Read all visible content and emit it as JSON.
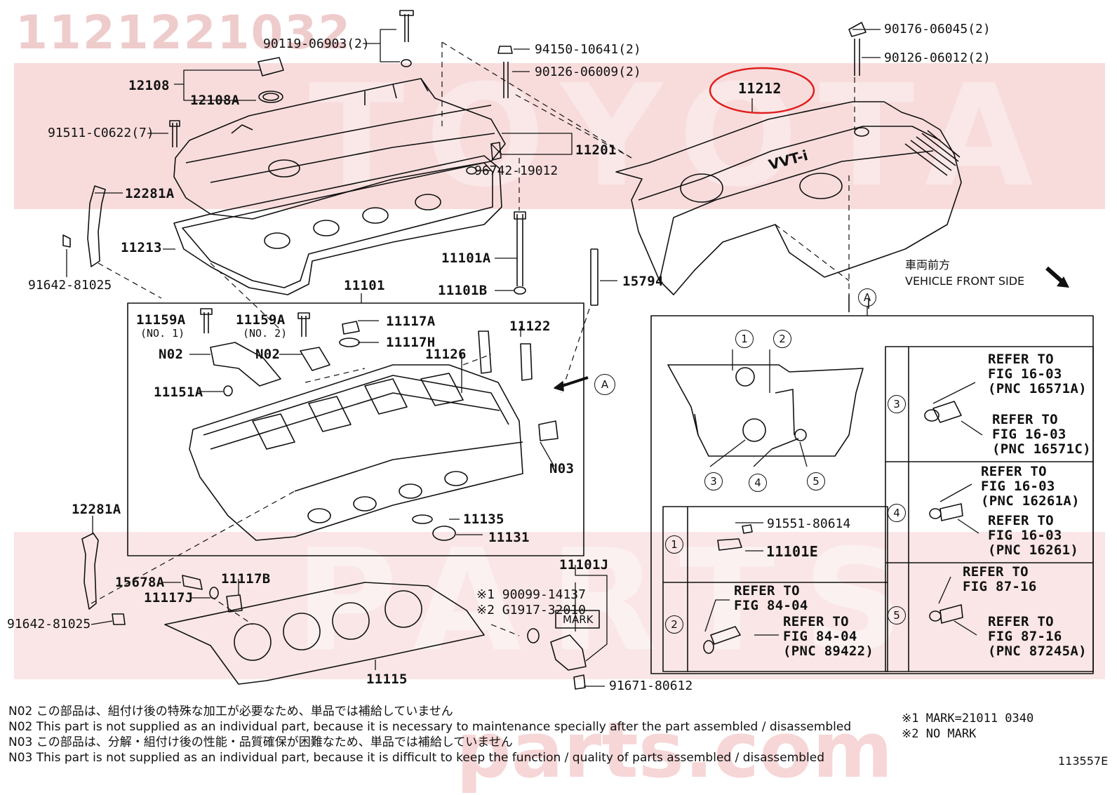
{
  "watermark": {
    "part_number": "1121221032",
    "bands": [
      "TOYOTA",
      "PARTS"
    ],
    "url": "parts.com"
  },
  "callouts": {
    "c_90119": "90119-06903(2)",
    "c_12108": "12108",
    "c_12108A": "12108A",
    "c_91511": "91511-C0622(7)",
    "c_12281A_top": "12281A",
    "c_11213": "11213",
    "c_91642_top": "91642-81025",
    "c_94150": "94150-10641(2)",
    "c_90126_09": "90126-06009(2)",
    "c_11201": "11201",
    "c_96742": "96742-19012",
    "c_11101A": "11101A",
    "c_11101B": "11101B",
    "c_15794": "15794",
    "c_11101": "11101",
    "c_11159A_1": "11159A",
    "c_11159A_1_sub": "(NO. 1)",
    "c_11159A_2": "11159A",
    "c_11159A_2_sub": "(NO. 2)",
    "c_11117A": "11117A",
    "c_11117H": "11117H",
    "c_11122": "11122",
    "c_11126": "11126",
    "c_N02_1": "N02",
    "c_N02_2": "N02",
    "c_11151A": "11151A",
    "c_N03": "N03",
    "c_11135": "11135",
    "c_11131": "11131",
    "c_12281A_bot": "12281A",
    "c_15678A": "15678A",
    "c_11117B": "11117B",
    "c_11117J": "11117J",
    "c_91642_bot": "91642-81025",
    "c_11115": "11115",
    "c_11101J": "11101J",
    "c_mark1": "※1 90099-14137",
    "c_mark2": "※2 G1917-32010",
    "c_MARK": "MARK",
    "c_91671": "91671-80612",
    "c_90176": "90176-06045(2)",
    "c_90126_12": "90126-06012(2)",
    "c_11212": "11212",
    "front_jp": "車両前方",
    "front_en": "VEHICLE FRONT SIDE",
    "view_A": "A",
    "view_A_box": "A",
    "cover_logo": "VVT-i"
  },
  "detail": {
    "markers": [
      "1",
      "2",
      "3",
      "4",
      "5"
    ],
    "row1_part": "91551-80614",
    "row1_part2": "11101E",
    "row2_ref1_a": "REFER TO",
    "row2_ref1_b": "FIG 84-04",
    "row2_ref2_a": "REFER TO",
    "row2_ref2_b": "FIG 84-04",
    "row2_ref2_c": "(PNC 89422)",
    "row3_a1": "REFER TO",
    "row3_a2": "FIG 16-03",
    "row3_a3": "(PNC 16571A)",
    "row3_b1": "REFER TO",
    "row3_b2": "FIG 16-03",
    "row3_b3": "(PNC 16571C)",
    "row4_a1": "REFER TO",
    "row4_a2": "FIG 16-03",
    "row4_a3": "(PNC 16261A)",
    "row4_b1": "REFER TO",
    "row4_b2": "FIG 16-03",
    "row4_b3": "(PNC 16261)",
    "row5_a1": "REFER TO",
    "row5_a2": "FIG 87-16",
    "row5_b1": "REFER TO",
    "row5_b2": "FIG 87-16",
    "row5_b3": "(PNC 87245A)"
  },
  "notes": {
    "n1": "N02  この部品は、組付け後の特殊な加工が必要なため、単品では補給していません",
    "n2": "N02  This part is not supplied as an individual part, because it is necessary to maintenance specially after the part assembled / disassembled",
    "n3": "N03  この部品は、分解・組付け後の性能・品質確保が困難なため、単品では補給していません",
    "n4": "N03  This part is not supplied as an individual part, because it is difficult to keep the function / quality of parts  assembled / disassembled",
    "mark1": "※1 MARK=21011 0340",
    "mark2": "※2 NO MARK",
    "fig_id": "113557E"
  },
  "highlight_color": "#e02020"
}
